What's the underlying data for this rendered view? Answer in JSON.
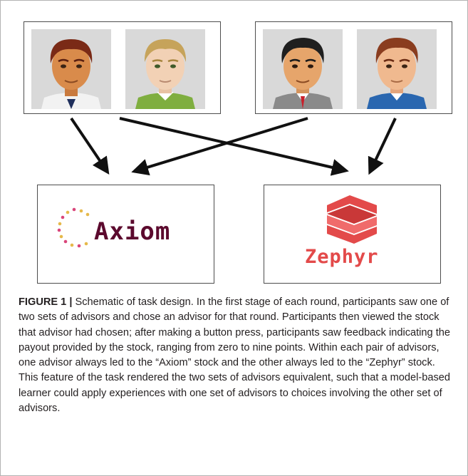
{
  "figure": {
    "label": "FIGURE 1 |",
    "caption": " Schematic of task design. In the first stage of each round, participants saw one of two sets of advisors and chose an advisor for that round. Participants then viewed the stock that advisor had chosen; after making a button press, participants saw feedback indicating the payout provided by the stock, ranging from zero to nine points. Within each pair of advisors, one advisor always led to the “Axiom” stock and the other always led to the “Zephyr” stock. This feature of the task rendered the two sets of advisors equivalent, such that a model-based learner could apply experiences with one set of advisors to choices involving the other set of advisors."
  },
  "stocks": {
    "left": {
      "name": "Axiom",
      "color": "#5c0a2e"
    },
    "right": {
      "name": "Zephyr",
      "color": "#e34a4a"
    }
  },
  "colors": {
    "portrait_bg": "#d9d9d9",
    "arrow": "#111111",
    "box_border": "#4d4d4d"
  }
}
